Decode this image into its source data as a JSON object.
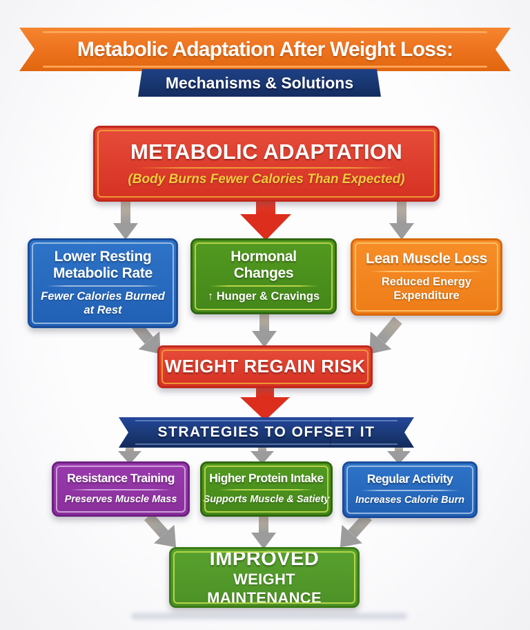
{
  "header": {
    "title": "Metabolic Adaptation After Weight Loss:",
    "subtitle": "Mechanisms & Solutions",
    "ribbon_color": "#ee7420",
    "banner_color": "#1b3a78"
  },
  "adaptation": {
    "title": "METABOLIC ADAPTATION",
    "subtitle": "(Body Burns Fewer Calories Than Expected)",
    "subtitle_color": "#f8cb3e",
    "colors": {
      "fill": "#d63123",
      "fill_light": "#e64c39",
      "rim": "#c1281c",
      "inner": "#f09c38"
    }
  },
  "mechanisms": [
    {
      "title": "Lower Resting Metabolic Rate",
      "detail": "Fewer Calories Burned at Rest",
      "colors": {
        "fill": "#2160b4",
        "fill_light": "#2e74c8",
        "rim": "#1b4c9b",
        "inner": "#9cbde2"
      }
    },
    {
      "title": "Hormonal Changes",
      "detail": "↑ Hunger & Cravings",
      "colors": {
        "fill": "#44871a",
        "fill_light": "#529a20",
        "rim": "#2f670f",
        "inner": "#b9d54b"
      }
    },
    {
      "title": "Lean Muscle Loss",
      "detail": "Reduced Energy Expenditure",
      "colors": {
        "fill": "#ee7d18",
        "fill_light": "#f78e27",
        "rim": "#d8680c",
        "inner": "#fcc168"
      }
    }
  ],
  "regain": {
    "title": "WEIGHT REGAIN RISK",
    "colors": {
      "fill": "#d63123",
      "fill_light": "#e64c39",
      "rim": "#c1281c",
      "inner": "#f09c38"
    }
  },
  "strategies_banner": {
    "title": "STRATEGIES TO OFFSET IT",
    "color": "#1b3a78"
  },
  "strategies": [
    {
      "title": "Resistance Training",
      "detail": "Preserves Muscle Mass",
      "colors": {
        "fill": "#892f9b",
        "fill_light": "#9a3aad",
        "rim": "#6d2181",
        "inner": "#d2a4de"
      }
    },
    {
      "title": "Higher Protein Intake",
      "detail": "Supports Muscle & Satiety",
      "colors": {
        "fill": "#44871a",
        "fill_light": "#529a20",
        "rim": "#2f670f",
        "inner": "#b9d54b"
      }
    },
    {
      "title": "Regular Activity",
      "detail": "Increases Calorie Burn",
      "colors": {
        "fill": "#2160b4",
        "fill_light": "#2e74c8",
        "rim": "#1b4c9b",
        "inner": "#9cbde2"
      }
    }
  ],
  "outcome": {
    "title": "IMPROVED",
    "subtitle": "WEIGHT MAINTENANCE",
    "colors": {
      "fill": "#4c9126",
      "fill_light": "#58a12e",
      "rim": "#3a7a16",
      "inner": "#b9d94c"
    }
  },
  "arrows": {
    "neutral": "#9c9c9c",
    "neutral_light": "#c6b6a2",
    "accent": "#dd2e1d"
  }
}
